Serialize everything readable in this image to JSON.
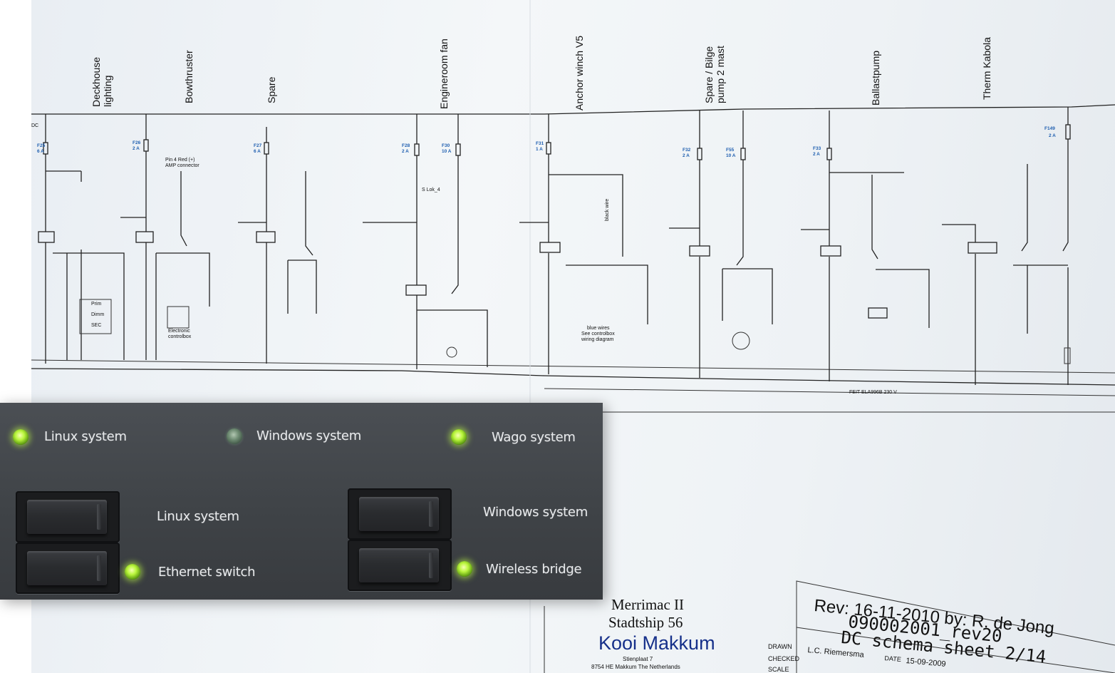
{
  "schematic": {
    "circuits": [
      {
        "title": "Deckhouse",
        "title2": "lighting"
      },
      {
        "title": "Bowthruster"
      },
      {
        "title": "Spare"
      },
      {
        "title": "Engineroom fan"
      },
      {
        "title": "Anchor winch V5"
      },
      {
        "title": "Spare / Bilge",
        "title2": "pump 2 mast"
      },
      {
        "title": "Ballastpump"
      },
      {
        "title": "Therm Kabola"
      }
    ],
    "fuses": [
      {
        "name": "F25",
        "rating": "6 A"
      },
      {
        "name": "F26",
        "rating": "2 A"
      },
      {
        "name": "F27",
        "rating": "6 A"
      },
      {
        "name": "F28",
        "rating": "2 A"
      },
      {
        "name": "F30",
        "rating": "10 A"
      },
      {
        "name": "F31",
        "rating": "1 A"
      },
      {
        "name": "F32",
        "rating": "2 A"
      },
      {
        "name": "F55",
        "rating": "10 A"
      },
      {
        "name": "F33",
        "rating": "2 A"
      },
      {
        "name": "F149",
        "rating": "2 A"
      }
    ],
    "notes": {
      "pin4": "Pin 4 Red (+)",
      "amp": "AMP connector",
      "slok": "S Lok_4",
      "black_wire": "black wire",
      "blue_wires": "blue wires",
      "see_controlbox": "See controlbox",
      "wiring_diagram": "wiring diagram",
      "electronic": "Electronic",
      "controlbox": "controlbox",
      "feit": "FEIT ELA996B  230 V",
      "dc": "DC",
      "prim": "Prim",
      "dimm": "Dimm",
      "sec": "SEC"
    }
  },
  "title_block": {
    "ship": "Merrimac II",
    "class": "Stadtship 56",
    "company": "Kooi Makkum",
    "address1": "Stienplaat 7",
    "address2": "8754 HE  Makkum  The Netherlands",
    "rev": "Rev: 16-11-2010 by: R. de Jong",
    "doc_number": "090002001_rev20",
    "sheet": "DC schema sheet 2/14",
    "drawn_label": "DRAWN",
    "drawn_by": "L.C. Riemersma",
    "date_label": "DATE",
    "date": "15-09-2009",
    "checked_label": "CHECKED",
    "scale_label": "SCALE"
  },
  "panel": {
    "indicators": [
      {
        "label": "Linux system",
        "state": "on"
      },
      {
        "label": "Windows system",
        "state": "off"
      },
      {
        "label": "Wago system",
        "state": "on"
      }
    ],
    "switches": [
      {
        "label": "Linux system"
      },
      {
        "label": "Windows system"
      },
      {
        "label": "Ethernet switch",
        "led": "on"
      },
      {
        "label": "Wireless bridge",
        "led": "on"
      }
    ],
    "led_color": "#b9f53c"
  }
}
